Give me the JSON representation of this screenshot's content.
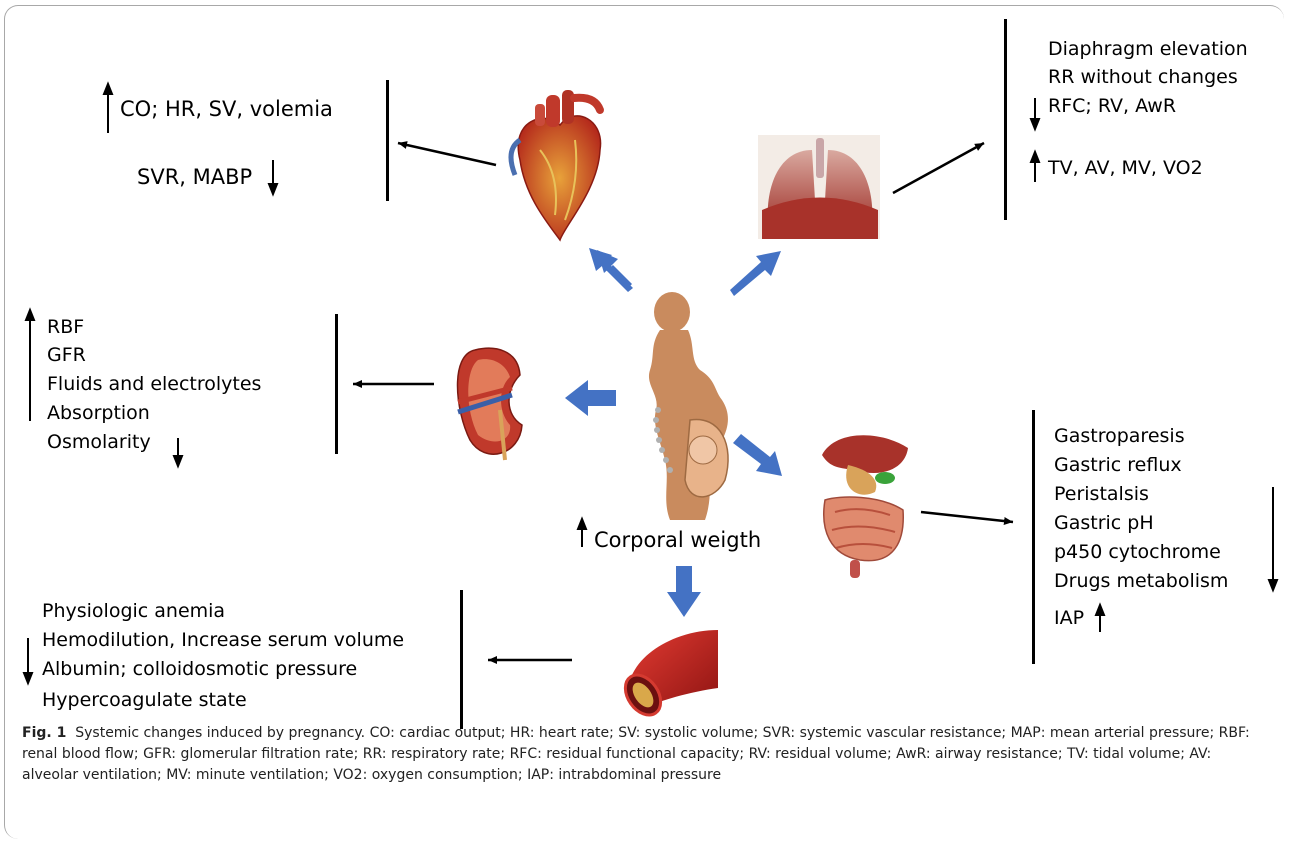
{
  "cardio": {
    "line1": "CO; HR, SV, volemia",
    "line2": "SVR, MABP"
  },
  "respiratory": {
    "line1": "Diaphragm elevation",
    "line2": "RR without changes",
    "line3": "RFC; RV, AwR",
    "line4": "TV, AV, MV, VO2"
  },
  "renal": {
    "items": [
      "RBF",
      "GFR",
      "Fluids and electrolytes",
      "Absorption",
      "Osmolarity"
    ]
  },
  "gastro": {
    "items": [
      "Gastroparesis",
      "Gastric reflux",
      "Peristalsis",
      "Gastric pH",
      "p450 cytochrome",
      "Drugs metabolism",
      "IAP"
    ]
  },
  "center": {
    "label": "Corporal weigth"
  },
  "hematologic": {
    "items": [
      "Physiologic anemia",
      "Hemodilution, Increase serum volume",
      "Albumin; colloidosmotic pressure",
      "Hypercoagulate state"
    ]
  },
  "caption": {
    "label": "Fig. 1",
    "text": "Systemic changes induced by pregnancy. CO: cardiac output; HR: heart rate; SV: systolic volume; SVR: systemic vascular resistance; MAP: mean arterial pressure; RBF: renal blood flow; GFR: glomerular filtration rate; RR: respiratory rate; RFC: residual functional capacity; RV: residual volume; AwR: airway resistance; TV: tidal volume; AV: alveolar ventilation; MV: minute ventilation; VO2: oxygen consumption; IAP: intrabdominal pressure"
  },
  "colors": {
    "blue_arrow": "#4472c4",
    "silhouette": "#c98b5e",
    "heart": "#c0392b",
    "lungs": "#b5534a",
    "kidney": "#c0392b",
    "organs": "#b84a3a",
    "vessel": "#b8201c"
  }
}
